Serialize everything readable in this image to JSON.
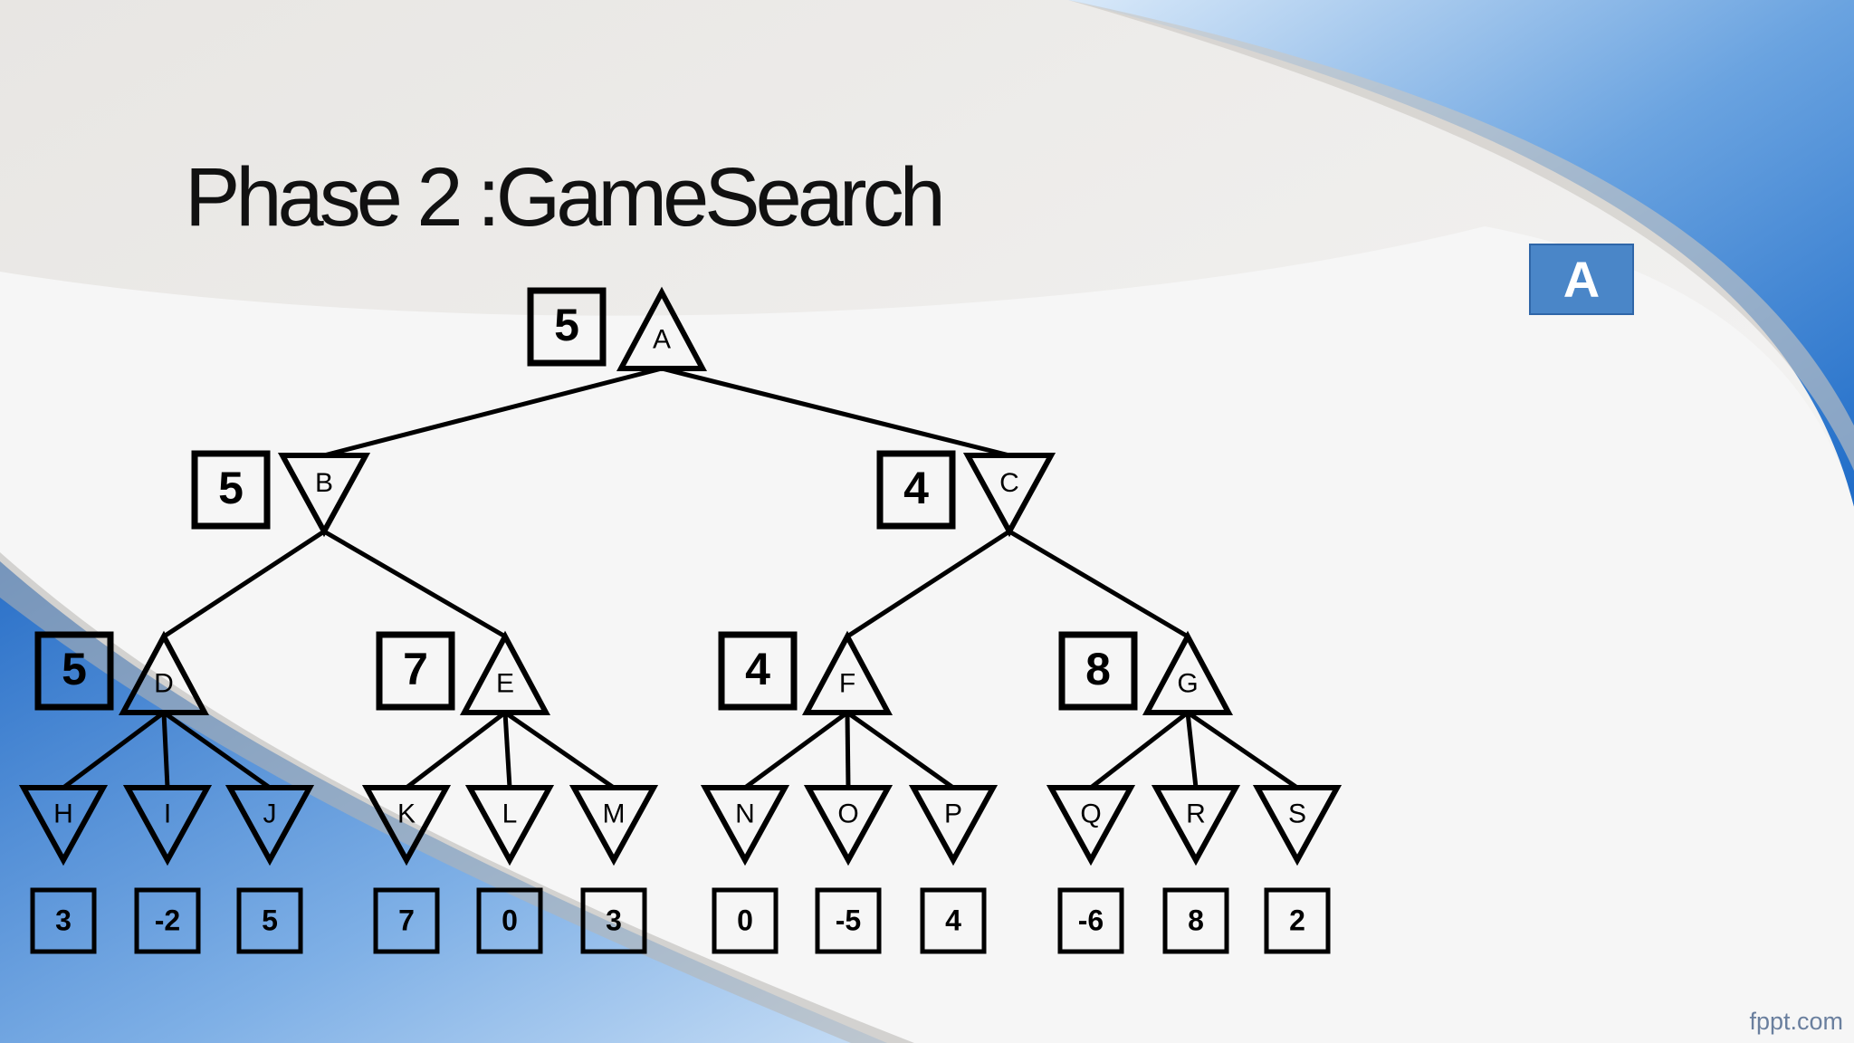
{
  "slide": {
    "title": "Phase 2 :GameSearch",
    "answer_label": "A",
    "footer": "fppt.com"
  },
  "tree": {
    "nodes": [
      {
        "id": "A",
        "shape": "max",
        "value": "5",
        "level": 0
      },
      {
        "id": "B",
        "shape": "min",
        "value": "5",
        "level": 1
      },
      {
        "id": "C",
        "shape": "min",
        "value": "4",
        "level": 1
      },
      {
        "id": "D",
        "shape": "max",
        "value": "5",
        "level": 2
      },
      {
        "id": "E",
        "shape": "max",
        "value": "7",
        "level": 2
      },
      {
        "id": "F",
        "shape": "max",
        "value": "4",
        "level": 2
      },
      {
        "id": "G",
        "shape": "max",
        "value": "8",
        "level": 2
      },
      {
        "id": "H",
        "shape": "min",
        "value": "3",
        "level": 3
      },
      {
        "id": "I",
        "shape": "min",
        "value": "-2",
        "level": 3
      },
      {
        "id": "J",
        "shape": "min",
        "value": "5",
        "level": 3
      },
      {
        "id": "K",
        "shape": "min",
        "value": "7",
        "level": 3
      },
      {
        "id": "L",
        "shape": "min",
        "value": "0",
        "level": 3
      },
      {
        "id": "M",
        "shape": "min",
        "value": "3",
        "level": 3
      },
      {
        "id": "N",
        "shape": "min",
        "value": "0",
        "level": 3
      },
      {
        "id": "O",
        "shape": "min",
        "value": "-5",
        "level": 3
      },
      {
        "id": "P",
        "shape": "min",
        "value": "4",
        "level": 3
      },
      {
        "id": "Q",
        "shape": "min",
        "value": "-6",
        "level": 3
      },
      {
        "id": "R",
        "shape": "min",
        "value": "8",
        "level": 3
      },
      {
        "id": "S",
        "shape": "min",
        "value": "2",
        "level": 3
      }
    ],
    "edges": [
      [
        "A",
        "B"
      ],
      [
        "A",
        "C"
      ],
      [
        "B",
        "D"
      ],
      [
        "B",
        "E"
      ],
      [
        "C",
        "F"
      ],
      [
        "C",
        "G"
      ],
      [
        "D",
        "H"
      ],
      [
        "D",
        "I"
      ],
      [
        "D",
        "J"
      ],
      [
        "E",
        "K"
      ],
      [
        "E",
        "L"
      ],
      [
        "E",
        "M"
      ],
      [
        "F",
        "N"
      ],
      [
        "F",
        "O"
      ],
      [
        "F",
        "P"
      ],
      [
        "G",
        "Q"
      ],
      [
        "G",
        "R"
      ],
      [
        "G",
        "S"
      ]
    ]
  },
  "colors": {
    "accent_blue": "#4a86c8",
    "swoosh_dark": "#2a6fc4",
    "swoosh_light": "#a9cdf0"
  }
}
